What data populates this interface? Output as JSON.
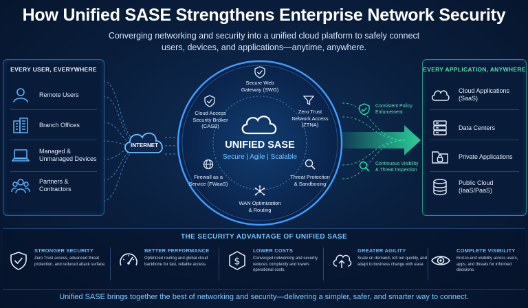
{
  "header": {
    "title": "How Unified SASE Strengthens Enterprise Network Security",
    "subtitle": "Converging networking and security into a unified cloud platform to safely connect\nusers, devices, and applications—anytime, anywhere."
  },
  "left_panel": {
    "title": "EVERY USER, EVERYWHERE",
    "items": [
      {
        "label": "Remote Users",
        "icon": "user-icon"
      },
      {
        "label": "Branch Offices",
        "icon": "building-icon"
      },
      {
        "label": "Managed &\nUnmanaged Devices",
        "icon": "laptop-icon"
      },
      {
        "label": "Partners &\nContractors",
        "icon": "group-icon"
      }
    ]
  },
  "internet_label": "INTERNET",
  "center": {
    "title": "UNIFIED SASE",
    "tagline": "Secure | Agile | Scalable",
    "services": [
      {
        "label": "Secure Web\nGateway (SWG)",
        "icon": "shield-check-icon"
      },
      {
        "label": "Zero Trust\nNetwork Access\n(ZTNA)",
        "icon": "funnel-icon"
      },
      {
        "label": "Threat Protection\n& Sandboxing",
        "icon": "magnifier-icon"
      },
      {
        "label": "WAN Optimization\n& Routing",
        "icon": "network-icon"
      },
      {
        "label": "Firewall as a\nService (FWaaS)",
        "icon": "globe-icon"
      },
      {
        "label": "Cloud Access\nSecurity Broker\n(CASB)",
        "icon": "shield-check-icon"
      }
    ]
  },
  "right_notes": [
    {
      "label": "Consistent Policy\nEnforcement",
      "icon": "check-shield-icon"
    },
    {
      "label": "Continuous Visibility\n& Threat Inspection",
      "icon": "magnifier-icon"
    }
  ],
  "right_panel": {
    "title": "EVERY APPLICATION, ANYWHERE",
    "items": [
      {
        "label": "Cloud Applications\n(SaaS)",
        "icon": "cloud-icon"
      },
      {
        "label": "Data Centers",
        "icon": "server-icon"
      },
      {
        "label": "Private Applications",
        "icon": "lock-folder-icon"
      },
      {
        "label": "Public Cloud\n(IaaS/PaaS)",
        "icon": "database-icon"
      }
    ]
  },
  "advantages": {
    "title": "THE SECURITY ADVANTAGE OF UNIFIED SASE",
    "items": [
      {
        "title": "STRONGER SECURITY",
        "desc": "Zero Trust access, advanced threat protection, and reduced attack surface.",
        "icon": "shield-check-icon"
      },
      {
        "title": "BETTER PERFORMANCE",
        "desc": "Optimized routing and global cloud backbone for fast, reliable access.",
        "icon": "gauge-icon"
      },
      {
        "title": "LOWER COSTS",
        "desc": "Converged networking and security reduces complexity and lowers operational costs.",
        "icon": "dollar-icon"
      },
      {
        "title": "GREATER AGILITY",
        "desc": "Scale on demand, roll out quickly, and adapt to business change with ease.",
        "icon": "cloud-upload-icon"
      },
      {
        "title": "COMPLETE VISIBILITY",
        "desc": "End-to-end visibility across users, apps, and threats for informed decisions.",
        "icon": "eye-icon"
      }
    ]
  },
  "footer": "Unified SASE brings together the best of networking and security—delivering a simpler, safer, and smarter way to connect.",
  "colors": {
    "accent_blue": "#4fb2ff",
    "accent_green": "#2fe3a4",
    "background": "#0a1f3e"
  }
}
